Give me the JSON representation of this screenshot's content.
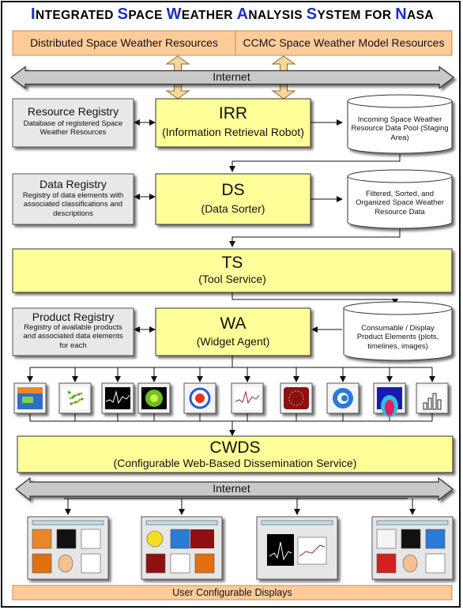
{
  "title": {
    "words": [
      {
        "initial": "I",
        "rest": "NTEGRATED"
      },
      {
        "initial": "S",
        "rest": "PACE"
      },
      {
        "initial": "W",
        "rest": "EATHER"
      },
      {
        "initial": "A",
        "rest": "NALYSIS"
      },
      {
        "initial": "S",
        "rest": "YSTEM"
      },
      {
        "initial": "",
        "rest": "FOR"
      },
      {
        "initial": "N",
        "rest": "ASA"
      }
    ]
  },
  "resources": {
    "left": "Distributed Space Weather Resources",
    "right": "CCMC Space Weather Model Resources"
  },
  "internet_top": "Internet",
  "irr": {
    "name": "IRR",
    "full": "(Information Retrieval Robot)"
  },
  "resource_registry": {
    "title": "Resource Registry",
    "desc": "Database of registered Space Weather Resources"
  },
  "incoming_pool": {
    "text": "Incoming Space Weather Resource Data Pool  (Staging Area)"
  },
  "ds": {
    "name": "DS",
    "full": "(Data Sorter)"
  },
  "data_registry": {
    "title": "Data Registry",
    "desc": "Registry of data elements with associated classifications and descriptions"
  },
  "filtered_pool": {
    "text": "Filtered, Sorted, and Organized Space Weather Resource Data"
  },
  "ts": {
    "name": "TS",
    "full": "(Tool Service)"
  },
  "wa": {
    "name": "WA",
    "full": "(Widget Agent)"
  },
  "product_registry": {
    "title": "Product Registry",
    "desc": "Registry of available products and associated data elements for each"
  },
  "consumable_pool": {
    "text": "Consumable / Display Product Elements (plots, timelines, images)"
  },
  "widgets": [
    "map-widget",
    "scatter-widget",
    "waveform-widget",
    "sun-disk-widget",
    "swirl-widget",
    "timeline-plot-widget",
    "red-disk-widget",
    "blue-swirl-widget",
    "heatmap-widget",
    "bar-chart-widget"
  ],
  "cwds": {
    "name": "CWDS",
    "full": "(Configurable Web-Based Dissemination Service)"
  },
  "internet_bottom": "Internet",
  "displays_label": "User Configurable Displays",
  "colors": {
    "main_box": "#ffff99",
    "registry_box": "#e8e8e8",
    "resource_bar": "#ffcc99",
    "internet_arrow": "#c9c9c9",
    "title_initial": "#1d2fbf",
    "connector_arrow": "#f6d79e"
  }
}
